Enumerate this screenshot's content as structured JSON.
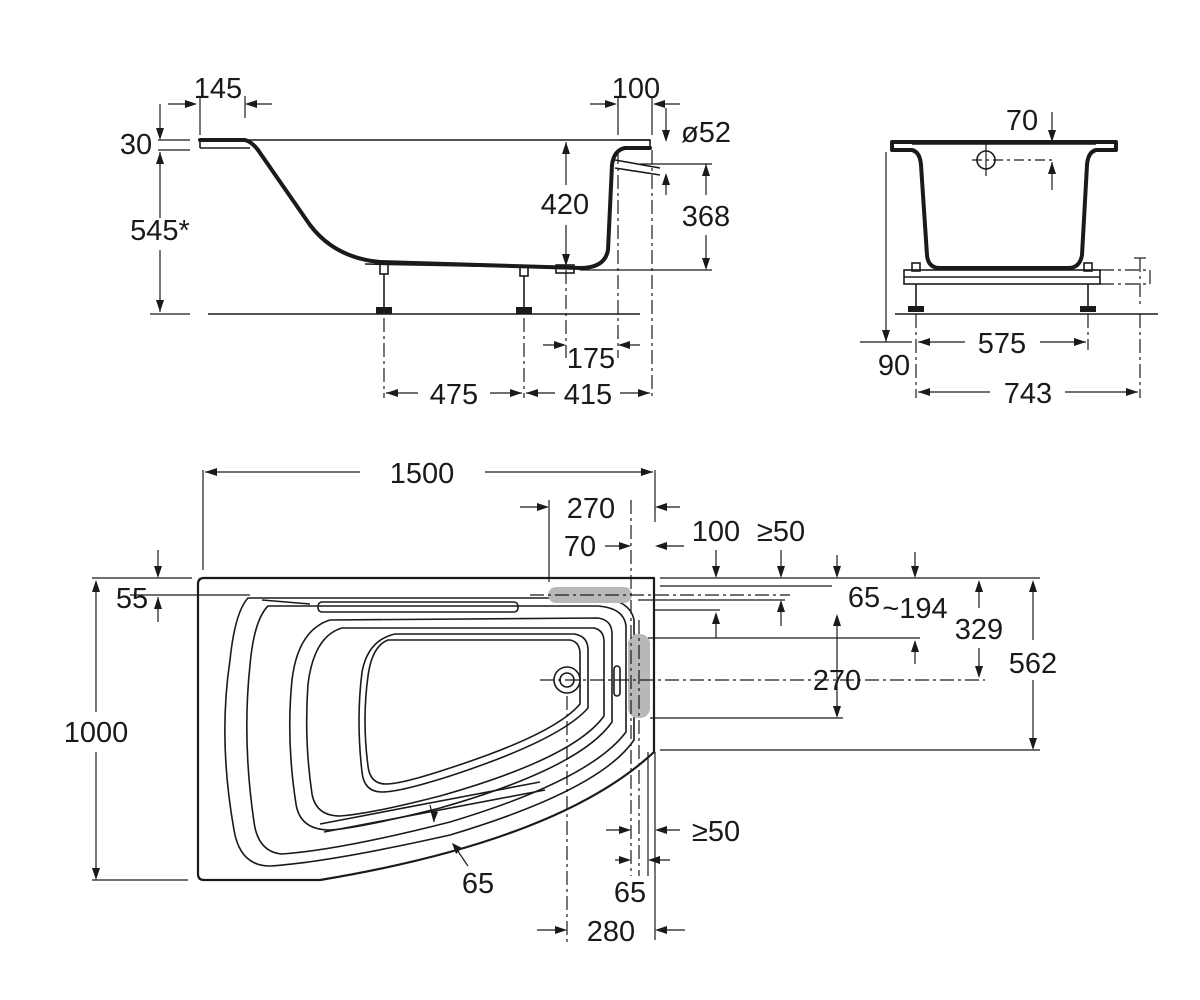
{
  "side_view": {
    "dims": {
      "rim_left": "145",
      "rim_right": "100",
      "rim_thickness": "30",
      "height_total": "545*",
      "inner_depth": "420",
      "overflow_diameter": "ø52",
      "overflow_height": "368",
      "drain_offset": "175",
      "leg_spacing": "475",
      "leg_to_end": "415"
    }
  },
  "end_view": {
    "dims": {
      "overflow_offset": "70",
      "leg_height": "90",
      "leg_span_inner": "575",
      "leg_span_outer": "743"
    }
  },
  "plan_view": {
    "dims": {
      "length": "1500",
      "width": "1000",
      "rim_front": "55",
      "tap_zone": "270",
      "tap_offset": "70",
      "clearance_a": "100",
      "clearance_b": "≥50",
      "rim_side": "65",
      "approx_194": "~194",
      "dim_329": "329",
      "dim_562": "562",
      "dim_270_side": "270",
      "clearance_bottom": "≥50",
      "rim_curve": "65",
      "rim_end": "65",
      "drain_pos": "280"
    }
  }
}
